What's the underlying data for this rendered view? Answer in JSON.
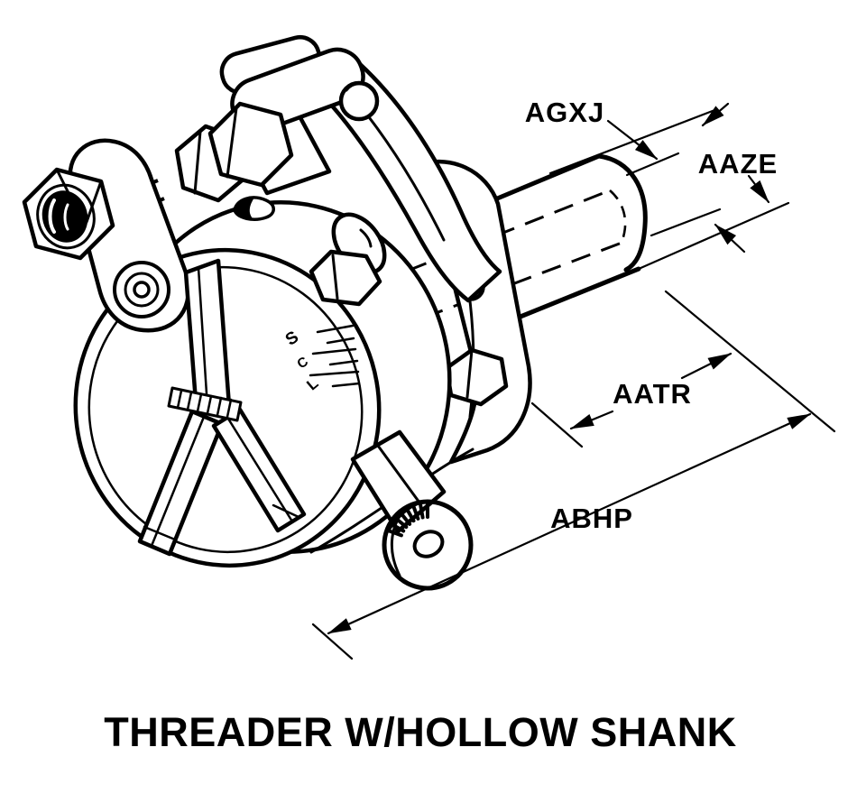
{
  "figure": {
    "title": "THREADER W/HOLLOW SHANK"
  },
  "dimension_labels": {
    "agxj": "AGXJ",
    "aaze": "AAZE",
    "aatr": "AATR",
    "abhp": "ABHP"
  },
  "scale_markings": {
    "s": "S",
    "c": "C",
    "l": "L"
  },
  "colors": {
    "ink": "#000000",
    "paper": "#ffffff"
  }
}
